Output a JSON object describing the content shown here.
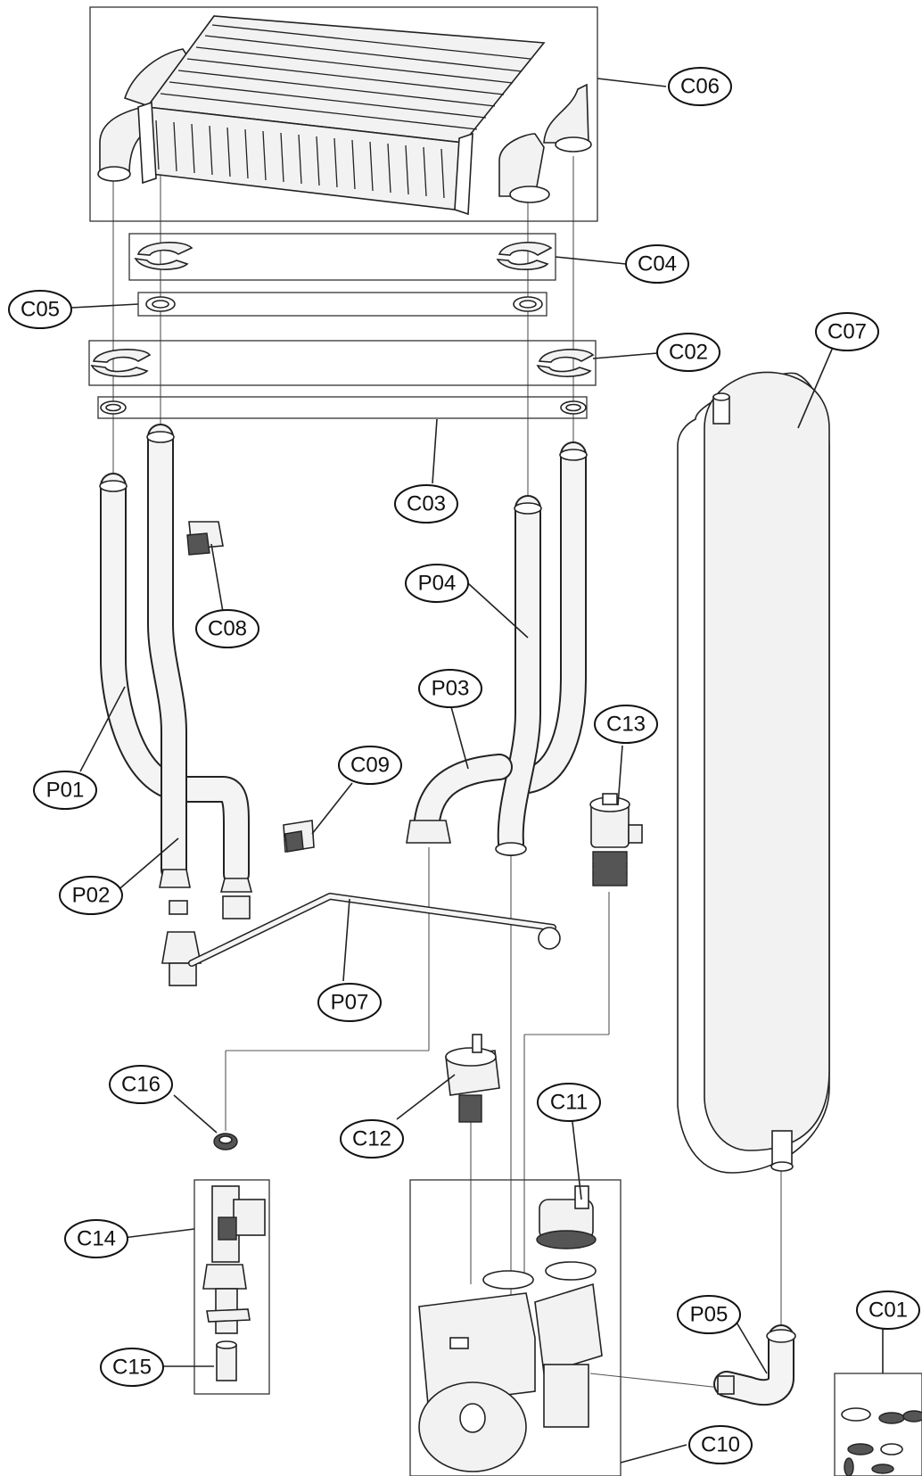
{
  "labels": {
    "c01": "C01",
    "c02": "C02",
    "c03": "C03",
    "c04": "C04",
    "c05": "C05",
    "c06": "C06",
    "c07": "C07",
    "c08": "C08",
    "c09": "C09",
    "c10": "C10",
    "c11": "C11",
    "c12": "C12",
    "c13": "C13",
    "c14": "C14",
    "c15": "C15",
    "c16": "C16",
    "p01": "P01",
    "p02": "P02",
    "p03": "P03",
    "p04": "P04",
    "p05": "P05",
    "p07": "P07"
  },
  "colors": {
    "line": "#222222",
    "fill": "#f2f2f2",
    "background": "#ffffff"
  }
}
